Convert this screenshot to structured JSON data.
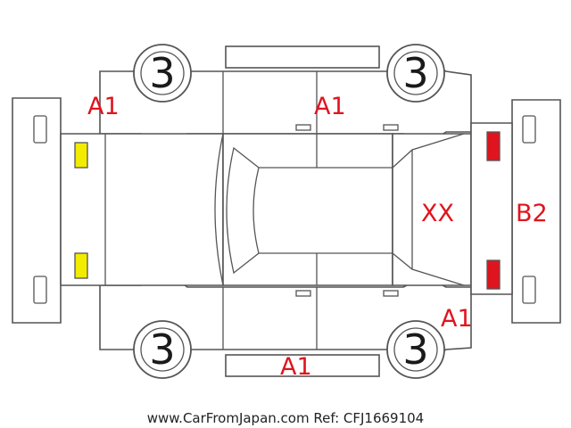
{
  "colors": {
    "outline": "#555555",
    "label": "#e0141e",
    "headlight": "#f2ec00",
    "taillight": "#e0141e",
    "wheel_number": "#1a1a1a"
  },
  "wheels": {
    "front_left": "3",
    "rear_left": "3",
    "front_right": "3",
    "rear_right": "3"
  },
  "labels": {
    "front_left_fender": "A1",
    "left_doors": "A1",
    "right_doors": "A1",
    "rear_right_quarter": "A1",
    "rear_glass": "XX",
    "rear_bumper": "B2"
  },
  "lights": {
    "front": "headlight",
    "rear": "taillight"
  },
  "footer": "www.CarFromJapan.com Ref: CFJ1669104"
}
